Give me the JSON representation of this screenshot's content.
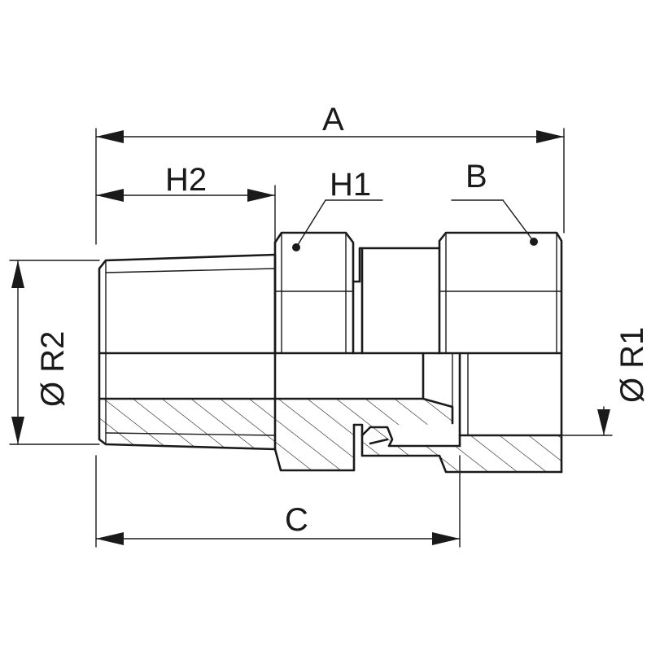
{
  "labels": {
    "a": "A",
    "b": "B",
    "c": "C",
    "h1": "H1",
    "h2": "H2",
    "r1": "Ø R1",
    "r2": "Ø R2"
  },
  "colors": {
    "line": "#1a1a1a",
    "background": "#ffffff"
  }
}
